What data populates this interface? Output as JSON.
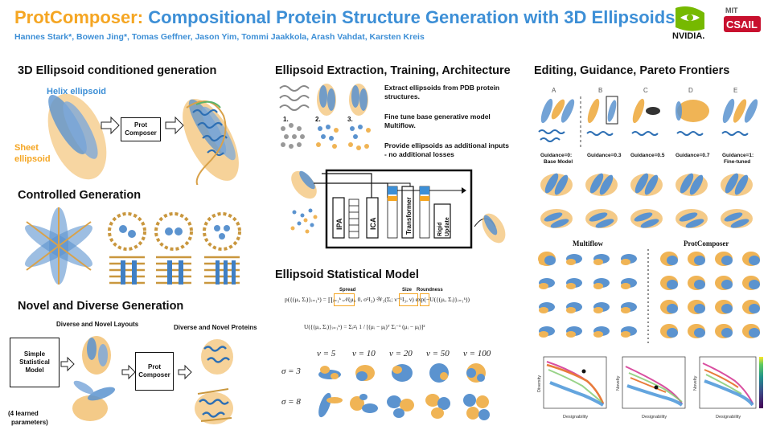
{
  "header": {
    "title_brand": "ProtComposer:",
    "title_rest": "Compositional Protein Structure Generation with 3D Ellipsoids",
    "authors": "Hannes Stark*, Bowen Jing*, Tomas Geffner, Jason Yim, Tommi Jaakkola, Arash Vahdat, Karsten Kreis",
    "logo_nvidia": "NVIDIA.",
    "logo_mit_top": "MIT",
    "logo_mit_bottom": "CSAIL"
  },
  "col1": {
    "sec1_title": "3D Ellipsoid conditioned generation",
    "helix_label": "Helix ellipsoid",
    "sheet_label_1": "Sheet",
    "sheet_label_2": "ellipsoid",
    "composer_1": "Prot",
    "composer_2": "Composer",
    "sec2_title": "Controlled Generation",
    "sec3_title": "Novel and Diverse Generation",
    "layouts_label": "Diverse and Novel Layouts",
    "proteins_label": "Diverse and Novel Proteins",
    "model_1": "Simple",
    "model_2": "Statistical",
    "model_3": "Model",
    "params_1": "(4 learned",
    "params_2": "parameters)",
    "composer2_1": "Prot",
    "composer2_2": "Composer"
  },
  "col2": {
    "sec_title": "Ellipsoid Extraction, Training, Architecture",
    "text1": "Extract ellipsoids from PDB protein structures.",
    "text2": "Fine tune base generative model Multiflow.",
    "text3": "Provide ellipsoids as additional inputs - no additional losses",
    "step1": "1.",
    "step2": "2.",
    "step3": "3.",
    "ipa": "IPA",
    "ica": "ICA",
    "transformer": "Transformer",
    "rigid_1": "Rigid",
    "rigid_2": "Update",
    "stat_title": "Ellipsoid Statistical Model",
    "spread": "Spread",
    "size": "Size",
    "roundness": "Roundness",
    "eq1": "p({(μᵢ, Σᵢ)}ᵢ₌₁ᵏ) = ∏ᵢ₌₁ᵏ 𝒩(μᵢ, 0, σ²I₃) 𝒲₃(Σᵢ; ν⁻¹I₃, ν) exp(−U({(μᵢ, Σᵢ)}ᵢ₌₁ᵏ))",
    "eq2": "U({(μᵢ, Σᵢ)}ᵢ₌₁ᵏ) = Σᵢ≠ⱼ 1 / [(μᵢ − μⱼ)ᵀ Σᵢ⁻¹ (μᵢ − μⱼ)]²",
    "nu_labels": [
      "ν = 5",
      "ν = 10",
      "ν = 20",
      "ν = 50",
      "ν = 100"
    ],
    "sigma_labels": [
      "σ = 3",
      "σ = 8"
    ]
  },
  "col3": {
    "sec_title": "Editing, Guidance, Pareto Frontiers",
    "panels": [
      "A",
      "B",
      "C",
      "D",
      "E"
    ],
    "guidance": [
      [
        "Guidance=0:",
        "Base Model"
      ],
      [
        "Guidance=0.3",
        ""
      ],
      [
        "Guidance=0.5",
        ""
      ],
      [
        "Guidance=0.7",
        ""
      ],
      [
        "Guidance=1:",
        "Fine-tuned"
      ]
    ],
    "multiflow": "Multiflow",
    "protcomposer": "ProtComposer",
    "plot_xlabel": "Designability",
    "plot_ylabels": [
      "Diversity",
      "Novelty",
      "Novelty"
    ]
  },
  "colors": {
    "orange": "#f5a623",
    "blue": "#3d8fd6",
    "ellipsoid_blue": "#5b93cf",
    "ellipsoid_orange": "#f0b455",
    "nvidia_green": "#76b900",
    "csail_red": "#c8102e"
  }
}
